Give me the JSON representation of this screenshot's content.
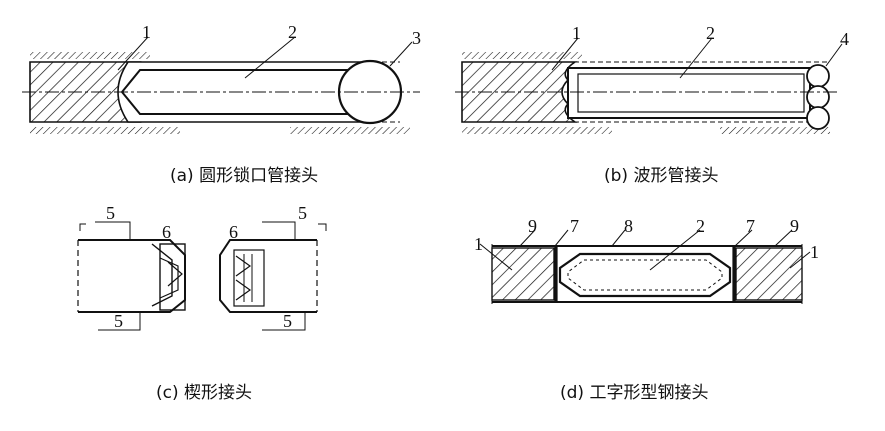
{
  "captions": {
    "a": "(a) 圆形锁口管接头",
    "b": "(b) 波形管接头",
    "c": "(c) 楔形接头",
    "d": "(d) 工字形型钢接头"
  },
  "labels": {
    "a": [
      "1",
      "2",
      "3"
    ],
    "b": [
      "1",
      "2",
      "4"
    ],
    "c": [
      "5",
      "6",
      "6",
      "5",
      "5",
      "5"
    ],
    "d": [
      "1",
      "9",
      "7",
      "8",
      "2",
      "7",
      "9",
      "1"
    ]
  },
  "colors": {
    "ink": "#111111",
    "background": "#ffffff"
  }
}
